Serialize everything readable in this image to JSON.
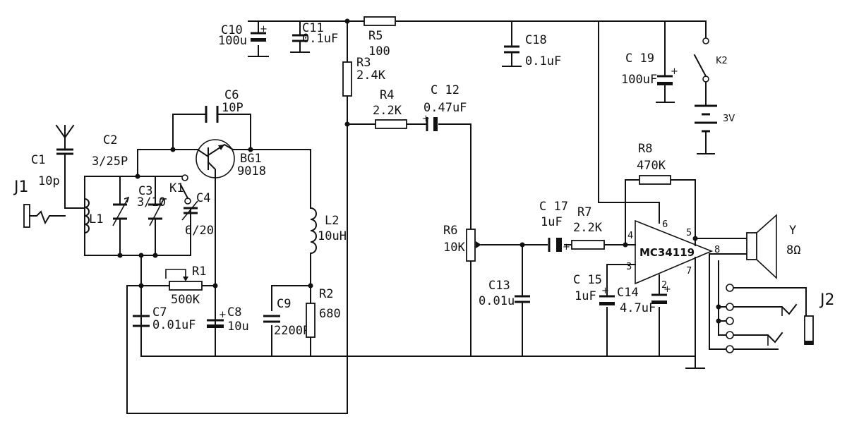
{
  "components": {
    "J1": {
      "ref": "J1"
    },
    "J2": {
      "ref": "J2"
    },
    "C1": {
      "ref": "C1",
      "value": "10p"
    },
    "C2": {
      "ref": "C2",
      "value": "3/25P"
    },
    "C3": {
      "ref": "C3",
      "value": "3/10"
    },
    "C4": {
      "ref": "C4",
      "value": "6/20"
    },
    "C6": {
      "ref": "C6",
      "value": "10P"
    },
    "C7": {
      "ref": "C7",
      "value": "0.01uF"
    },
    "C8": {
      "ref": "C8",
      "value": "10u"
    },
    "C9": {
      "ref": "C9",
      "value": "2200P"
    },
    "C10": {
      "ref": "C10",
      "value": "100u"
    },
    "C11": {
      "ref": "C11",
      "value": "0.1uF"
    },
    "C12": {
      "ref": "C 12",
      "value": "0.47uF"
    },
    "C13": {
      "ref": "C13",
      "value": "0.01u"
    },
    "C14": {
      "ref": "C14",
      "value": "4.7uF"
    },
    "C15": {
      "ref": "C 15",
      "value": "1uF"
    },
    "C17": {
      "ref": "C 17",
      "value": "1uF"
    },
    "C18": {
      "ref": "C18",
      "value": "0.1uF"
    },
    "C19": {
      "ref": "C 19",
      "value": "100uF"
    },
    "R1": {
      "ref": "R1",
      "value": "500K"
    },
    "R2": {
      "ref": "R2",
      "value": "680"
    },
    "R3": {
      "ref": "R3",
      "value": "2.4K"
    },
    "R4": {
      "ref": "R4",
      "value": "2.2K"
    },
    "R5": {
      "ref": "R5",
      "value": "100"
    },
    "R6": {
      "ref": "R6",
      "value": "10K"
    },
    "R7": {
      "ref": "R7",
      "value": "2.2K"
    },
    "R8": {
      "ref": "R8",
      "value": "470K"
    },
    "L1": {
      "ref": "L1"
    },
    "L2": {
      "ref": "L2",
      "value": "10uH"
    },
    "BG1": {
      "ref": "BG1",
      "value": "9018"
    },
    "K1": {
      "ref": "K1"
    },
    "K2": {
      "ref": "K2"
    },
    "battery": {
      "value": "3V"
    },
    "speaker": {
      "ref": "Y",
      "value": "8Ω"
    },
    "ic": {
      "name": "MC34119",
      "pins": [
        "4",
        "6",
        "5",
        "8",
        "3",
        "2",
        "7"
      ]
    }
  },
  "colors": {
    "ink": "#111111",
    "background": "#ffffff"
  }
}
